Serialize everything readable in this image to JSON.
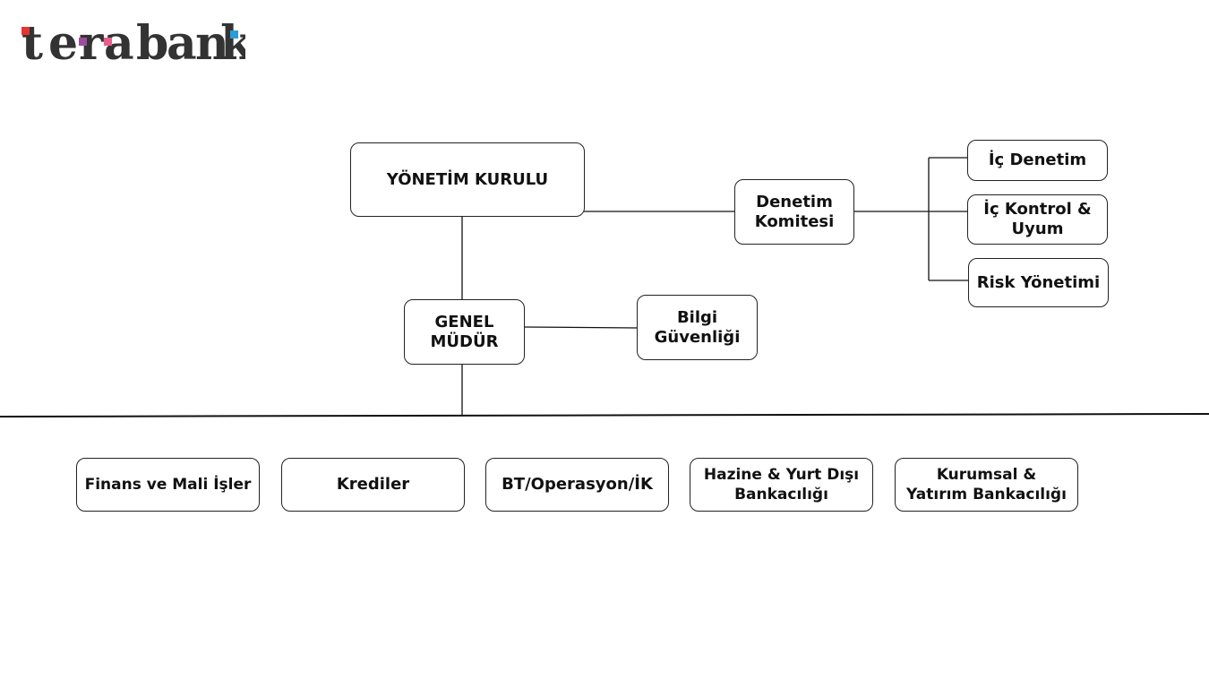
{
  "logo": {
    "brand_name": "tera bank",
    "letters": [
      "t",
      "e",
      "r",
      "a",
      "b",
      "a",
      "n",
      "k"
    ],
    "text_color": "#333333",
    "accent_colors": [
      "#e5362f",
      "#9c4d9c",
      "#e85f8f",
      "#2e9bd6"
    ]
  },
  "org_chart": {
    "board": {
      "label": "YÖNETİM KURULU"
    },
    "audit_committee": {
      "label": "Denetim\nKomitesi"
    },
    "audit_units": [
      {
        "label": "İç Denetim"
      },
      {
        "label": "İç Kontrol &\nUyum"
      },
      {
        "label": "Risk Yönetimi"
      }
    ],
    "general_manager": {
      "label": "GENEL\nMÜDÜR"
    },
    "info_security": {
      "label": "Bilgi\nGüvenliği"
    },
    "divisions": [
      {
        "label": "Finans ve Mali İşler"
      },
      {
        "label": "Krediler"
      },
      {
        "label": "BT/Operasyon/İK"
      },
      {
        "label": "Hazine & Yurt Dışı\nBankacılığı"
      },
      {
        "label": "Kurumsal &\nYatırım Bankacılığı"
      }
    ]
  },
  "colors": {
    "line": "#111111",
    "box_border": "#222222",
    "text": "#111111"
  }
}
